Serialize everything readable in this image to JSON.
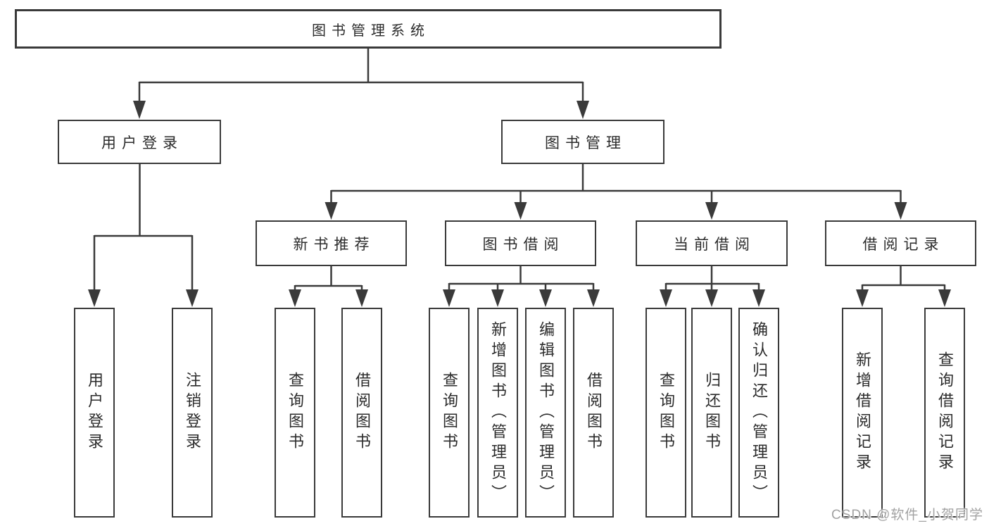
{
  "tree": {
    "label": "图书管理系统",
    "children": [
      {
        "label": "用户登录",
        "children": [
          {
            "label": "用户登录"
          },
          {
            "label": "注销登录"
          }
        ]
      },
      {
        "label": "图书管理",
        "children": [
          {
            "label": "新书推荐",
            "children": [
              {
                "label": "查询图书"
              },
              {
                "label": "借阅图书"
              }
            ]
          },
          {
            "label": "图书借阅",
            "children": [
              {
                "label": "查询图书"
              },
              {
                "label": "新增图书（管理员）"
              },
              {
                "label": "编辑图书（管理员）"
              },
              {
                "label": "借阅图书"
              }
            ]
          },
          {
            "label": "当前借阅",
            "children": [
              {
                "label": "查询图书"
              },
              {
                "label": "归还图书"
              },
              {
                "label": "确认归还（管理员）"
              }
            ]
          },
          {
            "label": "借阅记录",
            "children": [
              {
                "label": "新增借阅记录"
              },
              {
                "label": "查询借阅记录"
              }
            ]
          }
        ]
      }
    ]
  },
  "watermark": {
    "text": "CSDN @软件_小贺同学"
  },
  "colors": {
    "line": "#3a3a3a",
    "box_border": "#3a3a3a",
    "text": "#2b2b2b",
    "watermark": "#a2a2a2",
    "background": "#ffffff"
  }
}
